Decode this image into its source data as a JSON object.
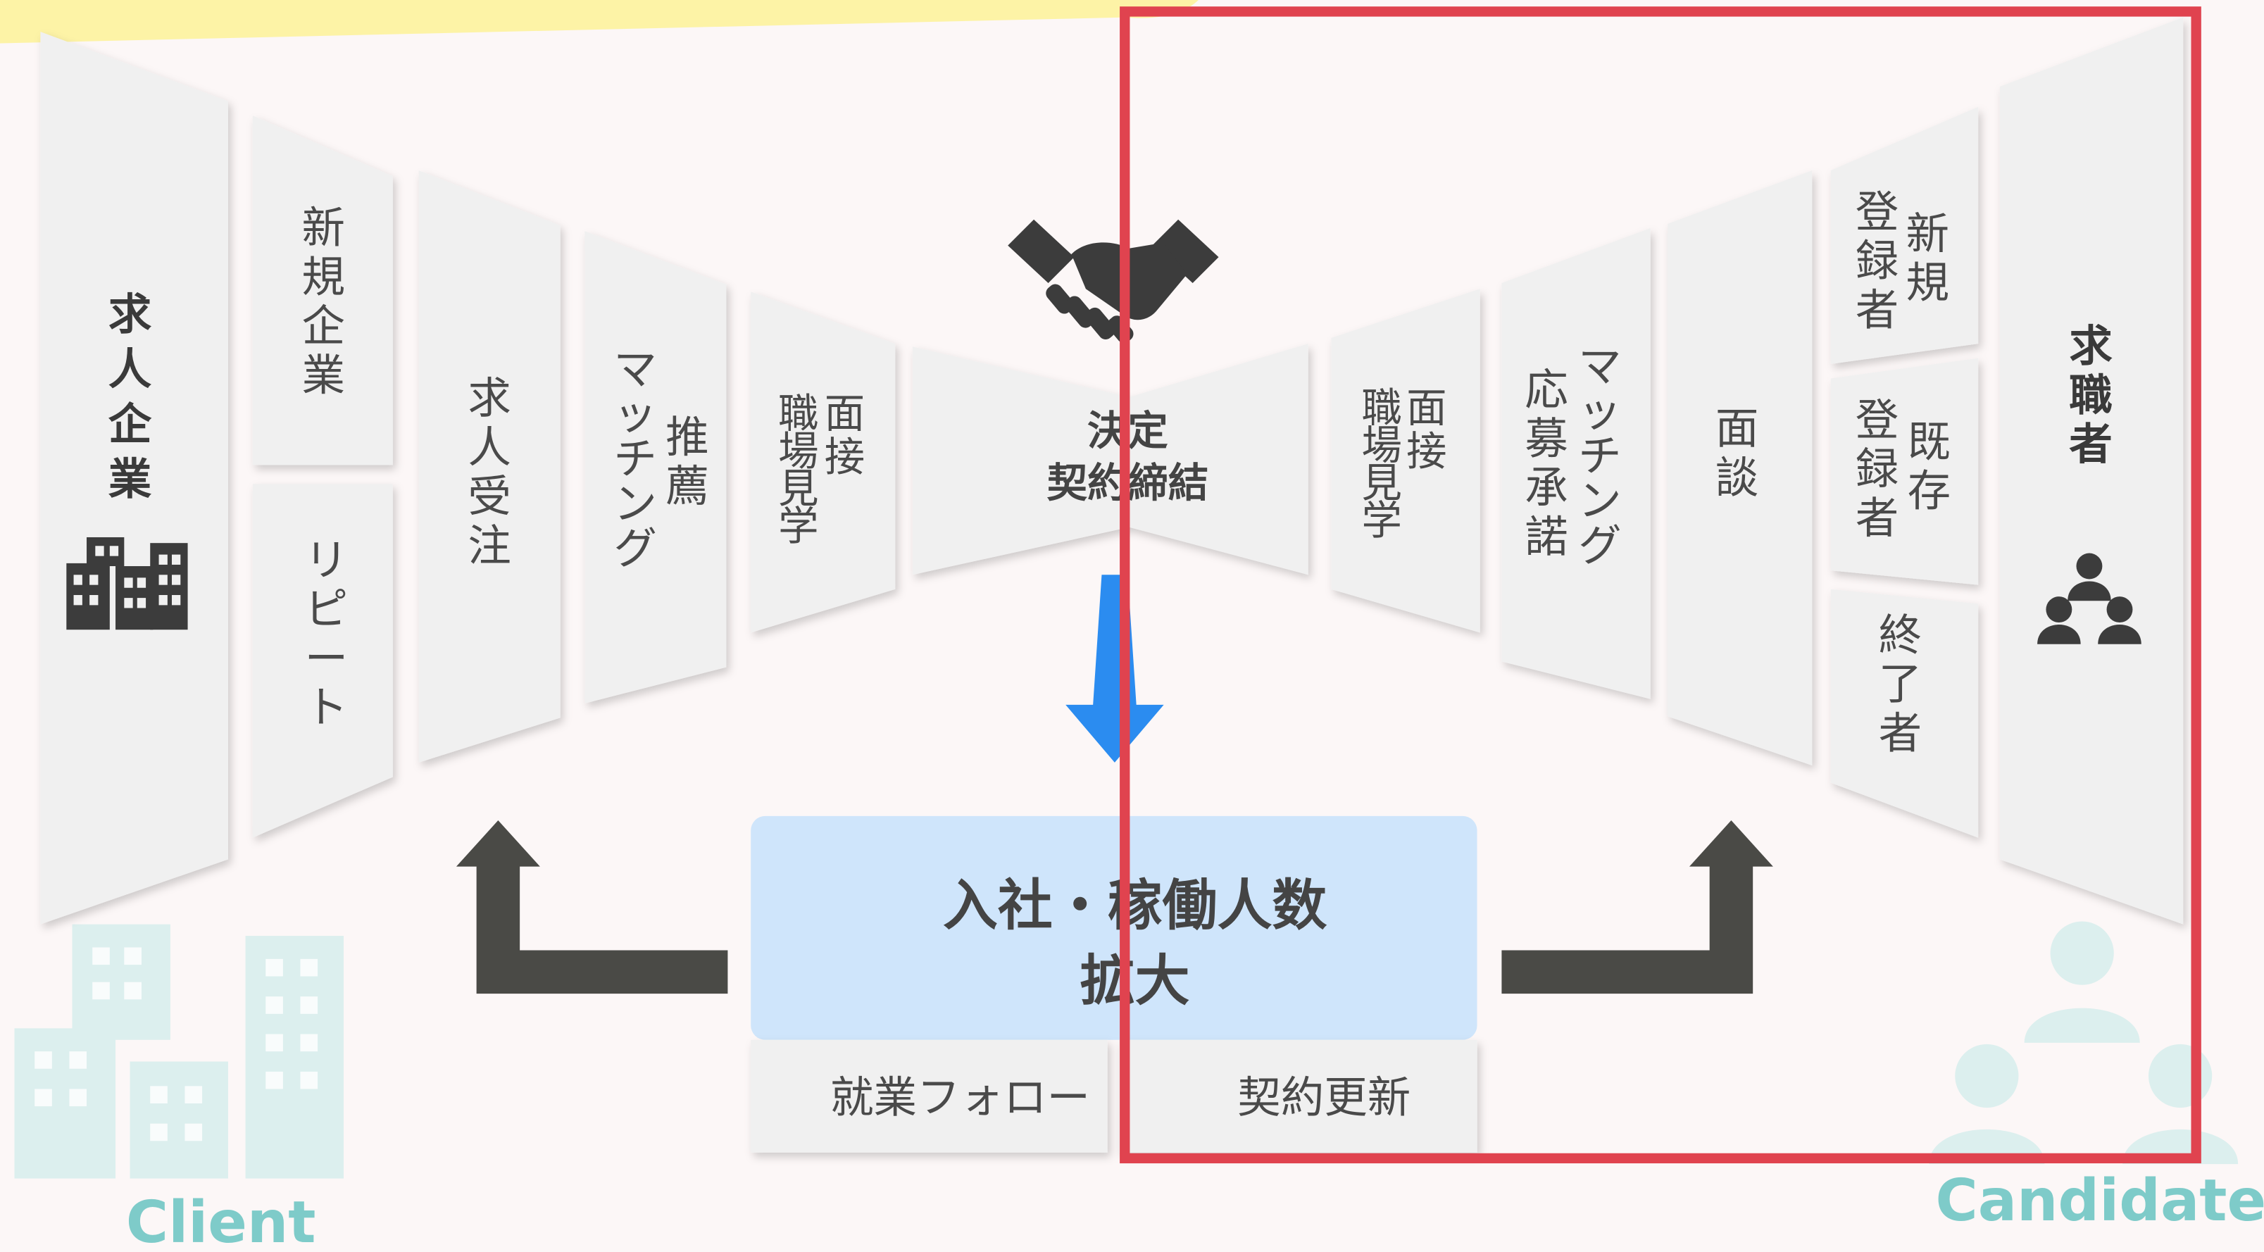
{
  "client": {
    "title": [
      "求",
      "人",
      "企",
      "業"
    ],
    "new": [
      "新",
      "規",
      "企",
      "業"
    ],
    "repeat": [
      "リ",
      "ピ",
      "ー",
      "ト"
    ],
    "order": [
      "求",
      "人",
      "受",
      "注"
    ],
    "recommend_col1": [
      "推",
      "薦"
    ],
    "recommend_col2": [
      "マ",
      "ッ",
      "チ",
      "ン",
      "グ"
    ],
    "interview_col1": [
      "面",
      "接"
    ],
    "interview_col2": [
      "職",
      "場",
      "見",
      "学"
    ],
    "icon": "building-icon",
    "label": "Client"
  },
  "center": {
    "contract_line1": "決定",
    "contract_line2": "契約締結",
    "icon": "handshake-icon",
    "result_line1": "入社・稼働人数",
    "result_line2": "拡大",
    "follow": "就業フォロー",
    "renewal": "契約更新"
  },
  "candidate": {
    "interview_col1": [
      "面",
      "接"
    ],
    "interview_col2": [
      "職",
      "場",
      "見",
      "学"
    ],
    "matching_col1": [
      "マ",
      "ッ",
      "チ",
      "ン",
      "グ"
    ],
    "matching_col2": [
      "応",
      "募",
      "承",
      "諾"
    ],
    "meeting": [
      "面",
      "談"
    ],
    "new_col1": [
      "新",
      "規"
    ],
    "new_col2": [
      "登",
      "録",
      "者"
    ],
    "existing_col1": [
      "既",
      "存"
    ],
    "existing_col2": [
      "登",
      "録",
      "者"
    ],
    "finished": [
      "終",
      "了",
      "者"
    ],
    "title": [
      "求",
      "職",
      "者"
    ],
    "icon": "people-icon",
    "label": "Candidate"
  },
  "colors": {
    "panel": "#f0f0f0",
    "arrow_blue": "#2b8cf0",
    "result_bg": "#cfe5fb",
    "highlight": "#e0434f",
    "accent_label": "#7ecbc9",
    "dark_arrow": "#4a4a46"
  }
}
